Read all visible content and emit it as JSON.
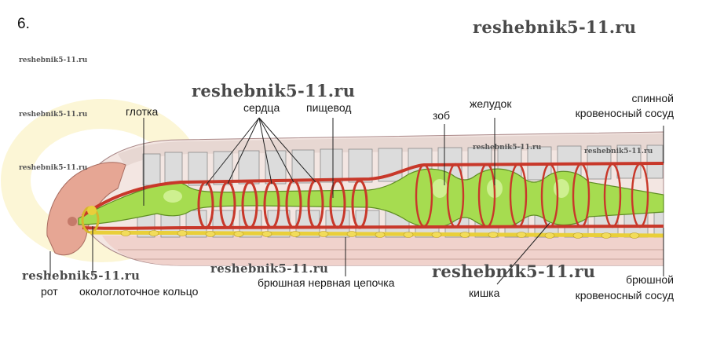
{
  "figure_number": "6.",
  "watermarks": {
    "header": "reshebnik5-11.ru",
    "small": "reshebnik5-11.ru",
    "large": "reshebnik5-11.ru"
  },
  "labels": {
    "glotka": "глотка",
    "serdtsa": "сердца",
    "pishchevod": "пищевод",
    "zob": "зоб",
    "zheludok": "желудок",
    "spinnoy_1": "спинной",
    "spinnoy_2": "кровеносный сосуд",
    "rot": "рот",
    "okologlotochnoe": "окологлоточное кольцо",
    "bryushnaya_tsepochka": "брюшная нервная цепочка",
    "kishka": "кишка",
    "bryushnoy_1": "брюшной",
    "bryushnoy_2": "кровеносный сосуд"
  },
  "colors": {
    "gut_green": "#9ed84a",
    "vessel_red": "#c8382a",
    "nerve_yellow": "#e9cf3a",
    "body_pink": "#efc4bc",
    "segment_grey": "#d6d6d6"
  }
}
